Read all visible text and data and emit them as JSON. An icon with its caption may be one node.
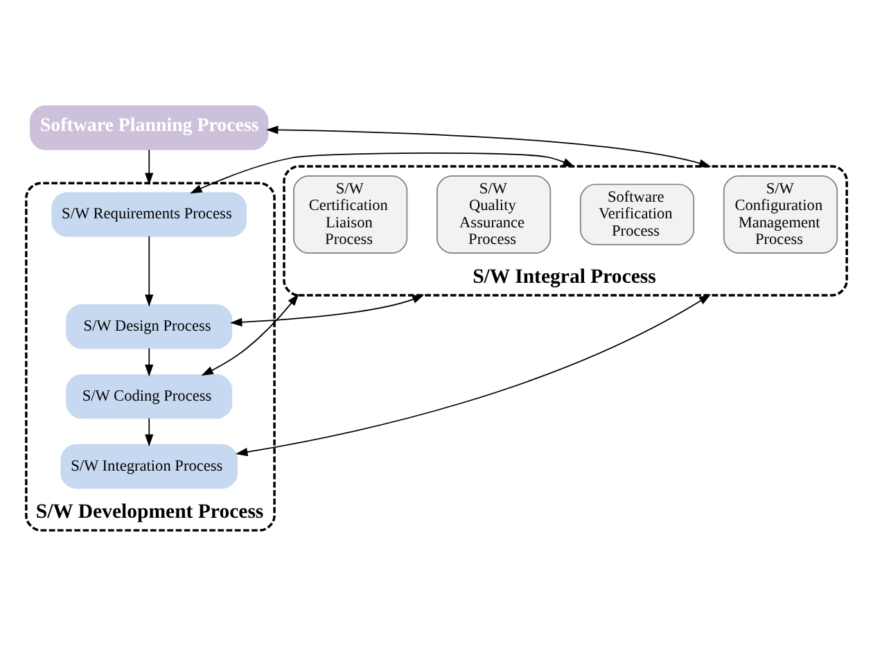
{
  "diagram": {
    "nodes": [
      {
        "text": [
          "Software Planning Process"
        ]
      },
      {
        "text": [
          "S/W Development Process"
        ]
      },
      {
        "text": [
          "S/W Requirements Process"
        ],
        "in": 1
      },
      {
        "text": [
          "S/W Design Process"
        ],
        "in": 1
      },
      {
        "text": [
          "S/W Coding Process"
        ],
        "in": 1
      },
      {
        "text": [
          "S/W Integration Process"
        ],
        "in": 1
      },
      {
        "text": [
          "S/W Integral Process"
        ]
      },
      {
        "text": [
          "S/W Configuration Management Process"
        ],
        "in": 6
      },
      {
        "text": [
          "Software Verification Process"
        ],
        "in": 6
      },
      {
        "text": [
          "S/W Quality Assurance Process"
        ],
        "in": 6
      },
      {
        "text": [
          "S/W Certification Liaison Process"
        ],
        "in": 6
      }
    ],
    "edges": [
      {
        "from": 0,
        "to": 1,
        "arrow": "to"
      },
      {
        "from": 2,
        "to": 3,
        "arrow": "to"
      },
      {
        "from": 3,
        "to": 4,
        "arrow": "to"
      },
      {
        "from": 4,
        "to": 5,
        "arrow": "to"
      },
      {
        "from": 0,
        "to": 6,
        "arrow": "both"
      },
      {
        "from": 2,
        "to": 6,
        "arrow": "both"
      },
      {
        "from": 3,
        "to": 6,
        "arrow": "both"
      },
      {
        "from": 4,
        "to": 6,
        "arrow": "both"
      },
      {
        "from": 5,
        "to": 6,
        "arrow": "both"
      }
    ]
  }
}
